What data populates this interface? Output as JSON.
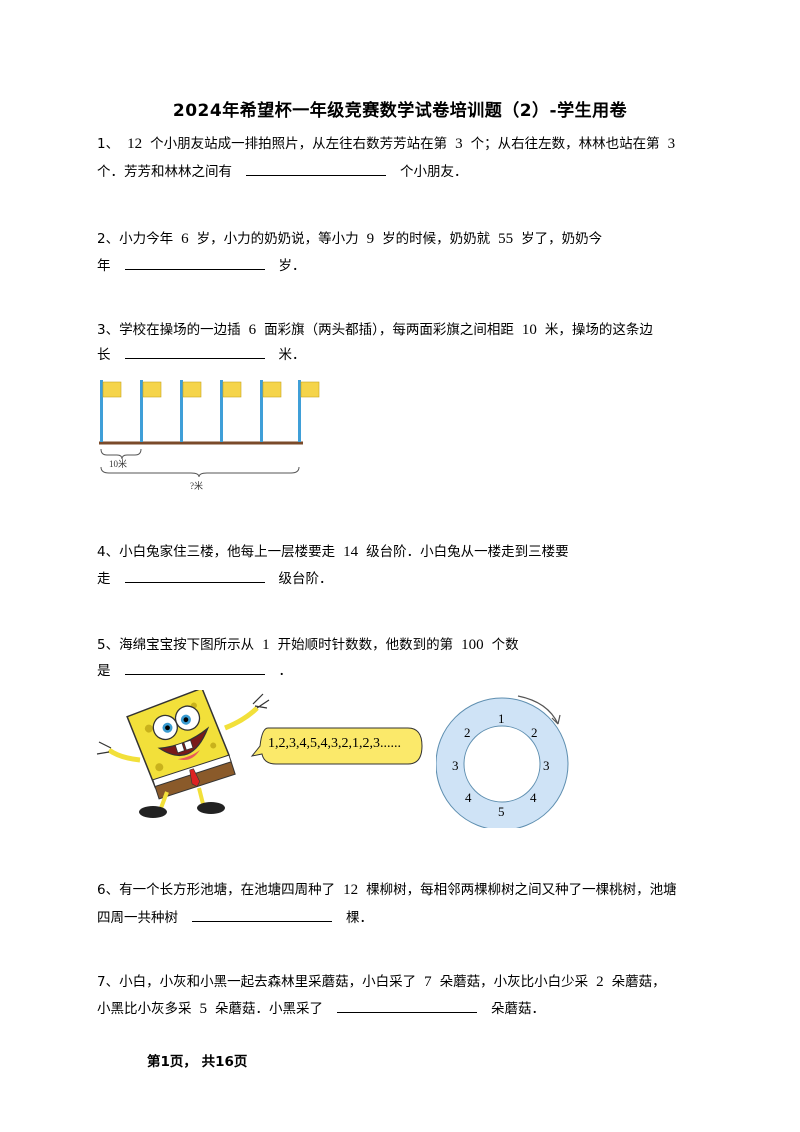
{
  "title": "2024年希望杯一年级竞赛数学试卷培训题（2）-学生用卷",
  "q1": {
    "prefix": "1、",
    "a": "12",
    "t1": "个小朋友站成一排拍照片，从左往右数芳芳站在第",
    "b": "3",
    "t2": "个；从右往左数，林林也站在第",
    "c": "3",
    "l2a": "个．芳芳和林林之间有",
    "l2b": "个小朋友．"
  },
  "q2": {
    "prefix": "2、",
    "t1": "小力今年",
    "a": "6",
    "t2": "岁，小力的奶奶说，等小力",
    "b": "9",
    "t3": "岁的时候，奶奶就",
    "c": "55",
    "t4": "岁了，奶奶今",
    "l2a": "年",
    "l2b": "岁．"
  },
  "q3": {
    "prefix": "3、",
    "t1": "学校在操场的一边插",
    "a": "6",
    "t2": "面彩旗（两头都插），每两面彩旗之间相距",
    "b": "10",
    "t3": "米，操场的这条边",
    "l2a": "长",
    "l2b": "米．",
    "fig_label_short": "10米",
    "fig_label_long": "?米"
  },
  "q4": {
    "prefix": "4、",
    "t1": "小白兔家住三楼，他每上一层楼要走",
    "a": "14",
    "t2": "级台阶．小白兔从一楼走到三楼要",
    "l2a": "走",
    "l2b": "级台阶．"
  },
  "q5": {
    "prefix": "5、",
    "t1": "海绵宝宝按下图所示从",
    "a": "1",
    "t2": "开始顺时针数数，他数到的第",
    "b": "100",
    "t3": "个数",
    "l2a": "是",
    "l2b": "．",
    "bubble": "1,2,3,4,5,4,3,2,1,2,3......",
    "ring": [
      "1",
      "2",
      "3",
      "4",
      "5",
      "4",
      "3",
      "2"
    ]
  },
  "q6": {
    "prefix": "6、",
    "t1": "有一个长方形池塘，在池塘四周种了",
    "a": "12",
    "t2": "棵柳树，每相邻两棵柳树之间又种了一棵桃树，池塘",
    "l2a": "四周一共种树",
    "l2b": "棵．"
  },
  "q7": {
    "prefix": "7、",
    "t1": "小白，小灰和小黑一起去森林里采蘑菇，小白采了",
    "a": "7",
    "t2": "朵蘑菇，小灰比小白少采",
    "b": "2",
    "t3": "朵蘑菇，",
    "l2a": "小黑比小灰多采",
    "c": "5",
    "l2b": "朵蘑菇．小黑采了",
    "l2c": "朵蘑菇．"
  },
  "footer": "第1页， 共16页",
  "colors": {
    "flag": "#f5d44a",
    "pole": "#3f9fd8",
    "ground": "#7a4a2a",
    "ring": "#cfe3f6",
    "bubble": "#fbe96a",
    "sponge": "#f2e03a"
  }
}
